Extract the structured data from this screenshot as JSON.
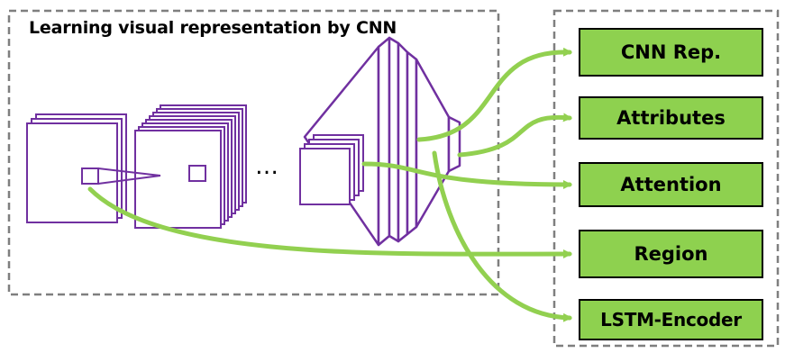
{
  "cnn_panel": {
    "title": "Learning visual representation by CNN"
  },
  "outputs": [
    {
      "label": "CNN Rep."
    },
    {
      "label": "Attributes"
    },
    {
      "label": "Attention"
    },
    {
      "label": "Region"
    },
    {
      "label": "LSTM-Encoder"
    }
  ],
  "ellipsis": "…",
  "colors": {
    "layer_stroke": "#7030a0",
    "connector": "#92d050",
    "output_fill": "#8ed14f",
    "dashed_border": "#7f7f7f"
  }
}
